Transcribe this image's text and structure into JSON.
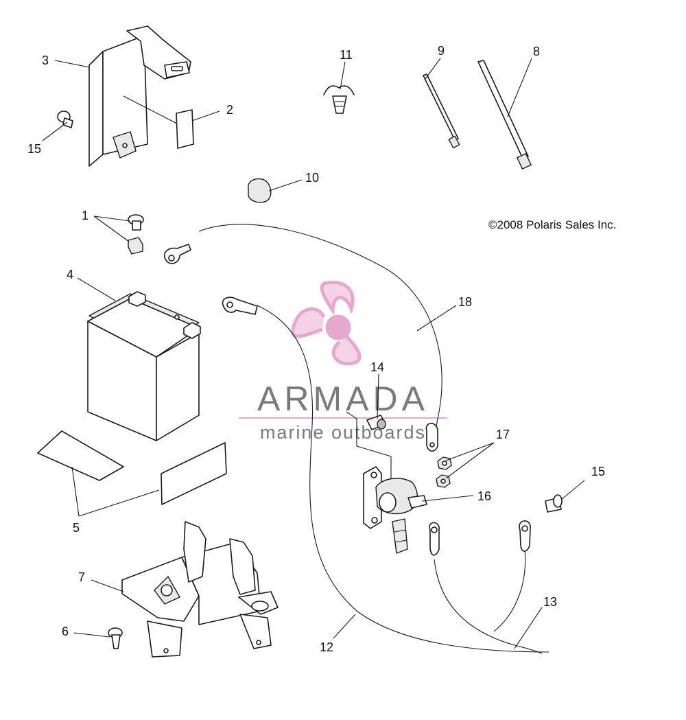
{
  "callouts": {
    "c1": "1",
    "c2": "2",
    "c3": "3",
    "c4": "4",
    "c5": "5",
    "c6": "6",
    "c7": "7",
    "c8": "8",
    "c9": "9",
    "c10": "10",
    "c11": "11",
    "c12": "12",
    "c13": "13",
    "c14": "14",
    "c15a": "15",
    "c15b": "15",
    "c16": "16",
    "c17": "17",
    "c18": "18"
  },
  "copyright": "©2008 Polaris Sales Inc.",
  "watermark": {
    "brand": "ARMADA",
    "tagline": "marine outboards",
    "logo": "propeller-logo",
    "colors": {
      "logo": "#e6a8cf",
      "text": "#7a7a7a",
      "underline": "#e6a8cf"
    }
  }
}
